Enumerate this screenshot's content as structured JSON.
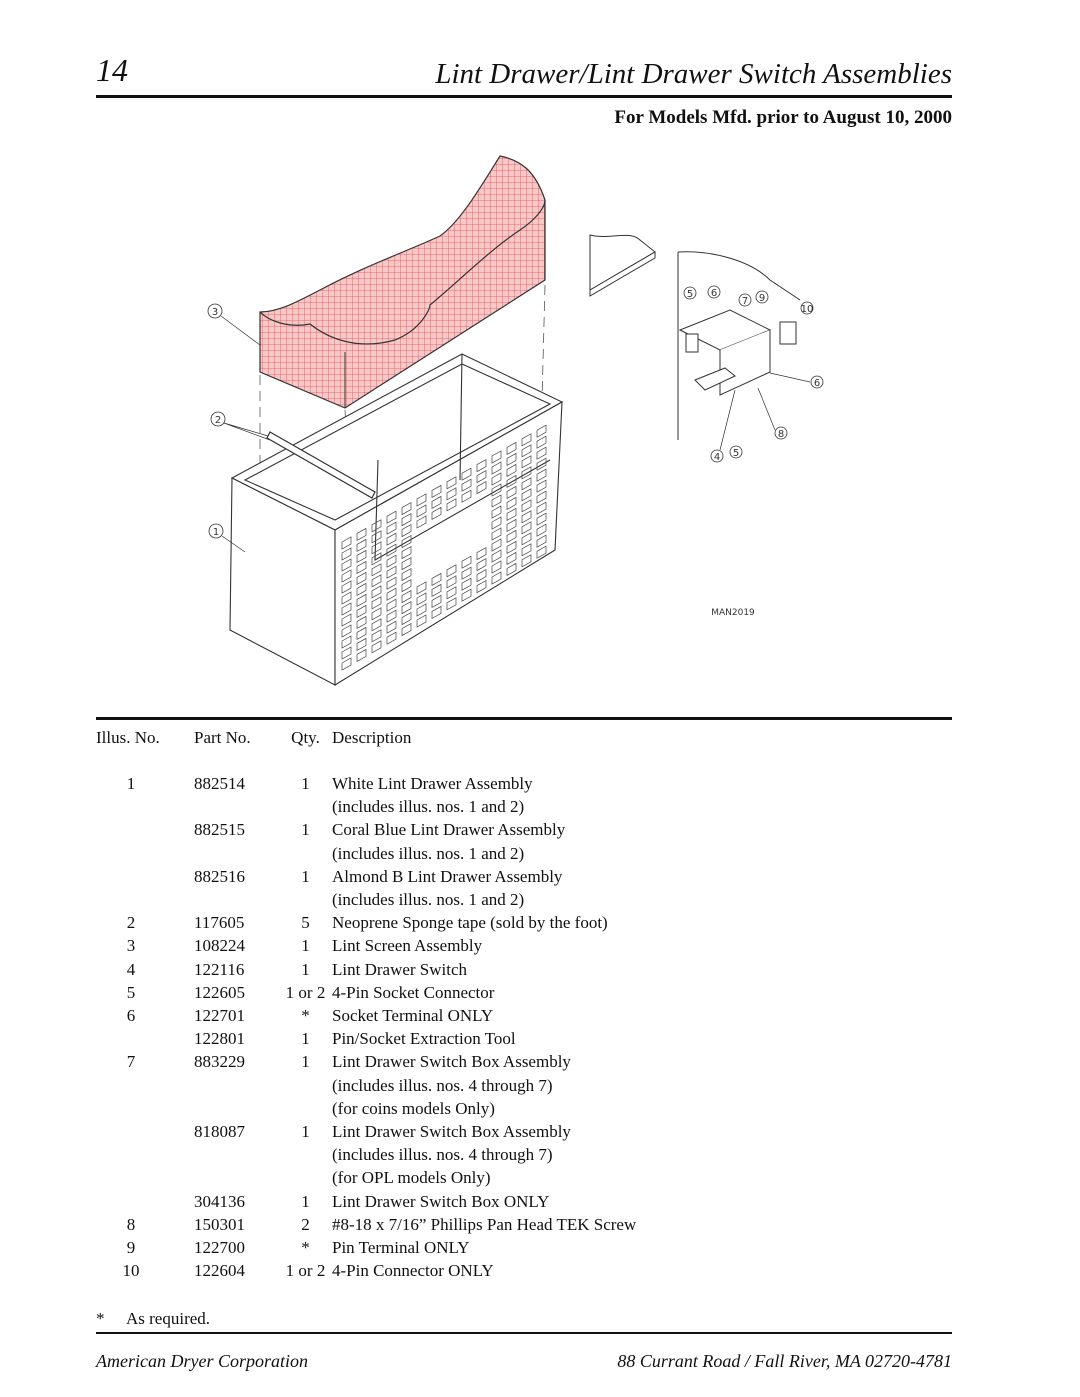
{
  "header": {
    "page_number": "14",
    "title": "Lint Drawer/Lint Drawer Switch Assemblies",
    "subtitle": "For Models Mfd. prior to August 10, 2000"
  },
  "diagram": {
    "drawing_id": "MAN2019",
    "callouts": [
      "1",
      "2",
      "3",
      "4",
      "5",
      "5",
      "6",
      "6",
      "7",
      "8",
      "9",
      "10"
    ]
  },
  "table": {
    "headers": {
      "illus": "Illus. No.",
      "part": "Part No.",
      "qty": "Qty.",
      "desc": "Description"
    },
    "rows": [
      {
        "illus": "1",
        "part": "882514",
        "qty": "1",
        "desc": "White Lint Drawer Assembly"
      },
      {
        "illus": "",
        "part": "",
        "qty": "",
        "desc": "(includes illus. nos. 1 and 2)"
      },
      {
        "illus": "",
        "part": "882515",
        "qty": "1",
        "desc": "Coral Blue Lint Drawer Assembly"
      },
      {
        "illus": "",
        "part": "",
        "qty": "",
        "desc": "(includes illus. nos. 1 and 2)"
      },
      {
        "illus": "",
        "part": "882516",
        "qty": "1",
        "desc": "Almond B Lint Drawer Assembly"
      },
      {
        "illus": "",
        "part": "",
        "qty": "",
        "desc": "(includes illus. nos. 1 and 2)"
      },
      {
        "illus": "2",
        "part": "117605",
        "qty": "5",
        "desc": "Neoprene Sponge tape (sold by the foot)"
      },
      {
        "illus": "3",
        "part": "108224",
        "qty": "1",
        "desc": "Lint Screen Assembly"
      },
      {
        "illus": "4",
        "part": "122116",
        "qty": "1",
        "desc": "Lint Drawer Switch"
      },
      {
        "illus": "5",
        "part": "122605",
        "qty": "1 or 2",
        "desc": "4-Pin Socket Connector"
      },
      {
        "illus": "6",
        "part": "122701",
        "qty": "*",
        "desc": "Socket Terminal ONLY"
      },
      {
        "illus": "",
        "part": "122801",
        "qty": "1",
        "desc": "Pin/Socket Extraction Tool"
      },
      {
        "illus": "7",
        "part": "883229",
        "qty": "1",
        "desc": "Lint Drawer Switch Box Assembly"
      },
      {
        "illus": "",
        "part": "",
        "qty": "",
        "desc": "(includes illus. nos. 4 through 7)"
      },
      {
        "illus": "",
        "part": "",
        "qty": "",
        "desc": "(for coins models Only)"
      },
      {
        "illus": "",
        "part": "818087",
        "qty": "1",
        "desc": "Lint Drawer Switch Box Assembly"
      },
      {
        "illus": "",
        "part": "",
        "qty": "",
        "desc": "(includes illus. nos. 4 through 7)"
      },
      {
        "illus": "",
        "part": "",
        "qty": "",
        "desc": "(for OPL models Only)"
      },
      {
        "illus": "",
        "part": "304136",
        "qty": "1",
        "desc": "Lint Drawer Switch Box ONLY"
      },
      {
        "illus": "8",
        "part": "150301",
        "qty": "2",
        "desc": "#8-18 x 7/16” Phillips Pan Head TEK Screw"
      },
      {
        "illus": "9",
        "part": "122700",
        "qty": "*",
        "desc": "Pin Terminal ONLY"
      },
      {
        "illus": "10",
        "part": "122604",
        "qty": "1 or 2",
        "desc": "4-Pin Connector ONLY"
      }
    ]
  },
  "note": {
    "symbol": "*",
    "text": "As required."
  },
  "footer": {
    "left": "American Dryer Corporation",
    "right": "88 Currant Road / Fall River, MA 02720-4781"
  },
  "colors": {
    "screen_mesh": "#e05050",
    "screen_fill": "#f8c8c8",
    "line": "#333333"
  }
}
